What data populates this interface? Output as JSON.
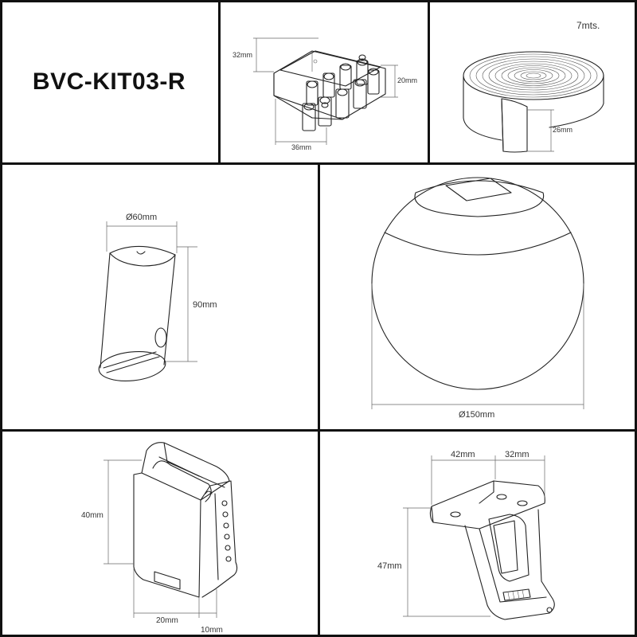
{
  "product_code": "BVC-KIT03-R",
  "connector": {
    "height": "32mm",
    "depth": "20mm",
    "width": "36mm"
  },
  "tape": {
    "length": "7mts.",
    "width": "26mm"
  },
  "cylinder": {
    "diameter": "Ø60mm",
    "height": "90mm"
  },
  "sphere": {
    "diameter": "Ø150mm"
  },
  "box": {
    "height": "40mm",
    "width": "20mm",
    "depth": "10mm"
  },
  "bracket": {
    "dim_a": "42mm",
    "dim_b": "32mm",
    "height": "47mm"
  }
}
